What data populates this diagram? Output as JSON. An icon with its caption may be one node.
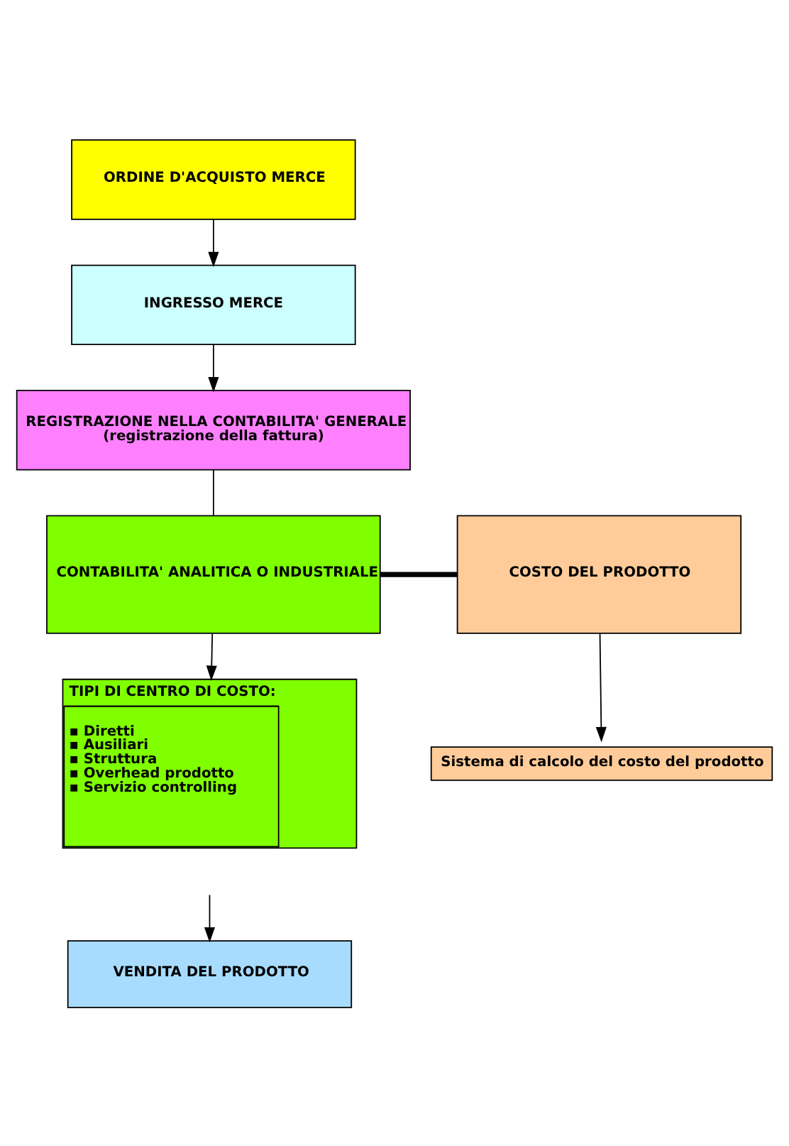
{
  "diagram": {
    "nodes": [
      {
        "text": [
          "ORDINE D'ACQUISTO MERCE"
        ]
      },
      {
        "text": [
          "INGRESSO MERCE"
        ]
      },
      {
        "text": [
          "REGISTRAZIONE NELLA CONTABILITA' GENERALE",
          "(registrazione della fattura)"
        ]
      },
      {
        "text": [
          "CONTABILITA' ANALITICA O INDUSTRIALE"
        ]
      },
      {
        "text": [
          "COSTO DEL PRODOTTO"
        ]
      },
      {
        "text": [
          "TIPI DI CENTRO DI COSTO:",
          "▪ Diretti",
          "▪ Ausiliari",
          "▪ Struttura",
          "▪ Overhead prodotto",
          "▪ Servizio controlling"
        ]
      },
      {
        "text": [
          "Sistema di calcolo del costo del prodotto"
        ]
      },
      {
        "text": [
          "VENDITA DEL PRODOTTO"
        ]
      }
    ],
    "edges": [
      {
        "from": 0,
        "to": 1,
        "arrow": "to"
      },
      {
        "from": 1,
        "to": 2,
        "arrow": "to"
      },
      {
        "from": 2,
        "to": 3,
        "arrow": "none"
      },
      {
        "from": 3,
        "to": 4,
        "arrow": "none",
        "style": "thick"
      },
      {
        "from": 3,
        "to": 5,
        "arrow": "to"
      },
      {
        "from": 4,
        "to": 6,
        "arrow": "to"
      },
      {
        "from": null,
        "to": 7,
        "arrow": "to"
      }
    ]
  }
}
